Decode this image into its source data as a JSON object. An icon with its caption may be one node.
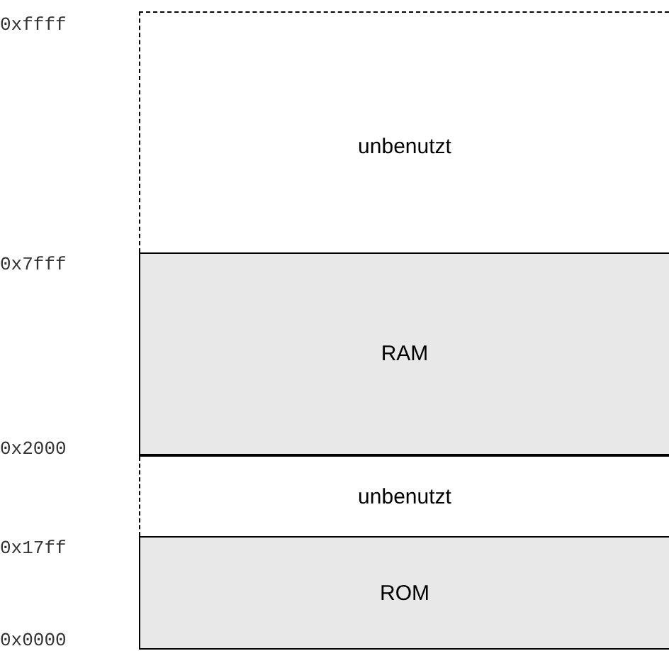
{
  "diagram": {
    "nodes": [
      {
        "text": [
          "unbenutzt"
        ]
      },
      {
        "text": [
          "RAM"
        ]
      },
      {
        "text": [
          "unbenutzt"
        ]
      },
      {
        "text": [
          "ROM"
        ]
      }
    ],
    "labels": [
      "0xffff",
      "0x7fff",
      "0x2000",
      "0x17ff",
      "0x0000"
    ]
  }
}
